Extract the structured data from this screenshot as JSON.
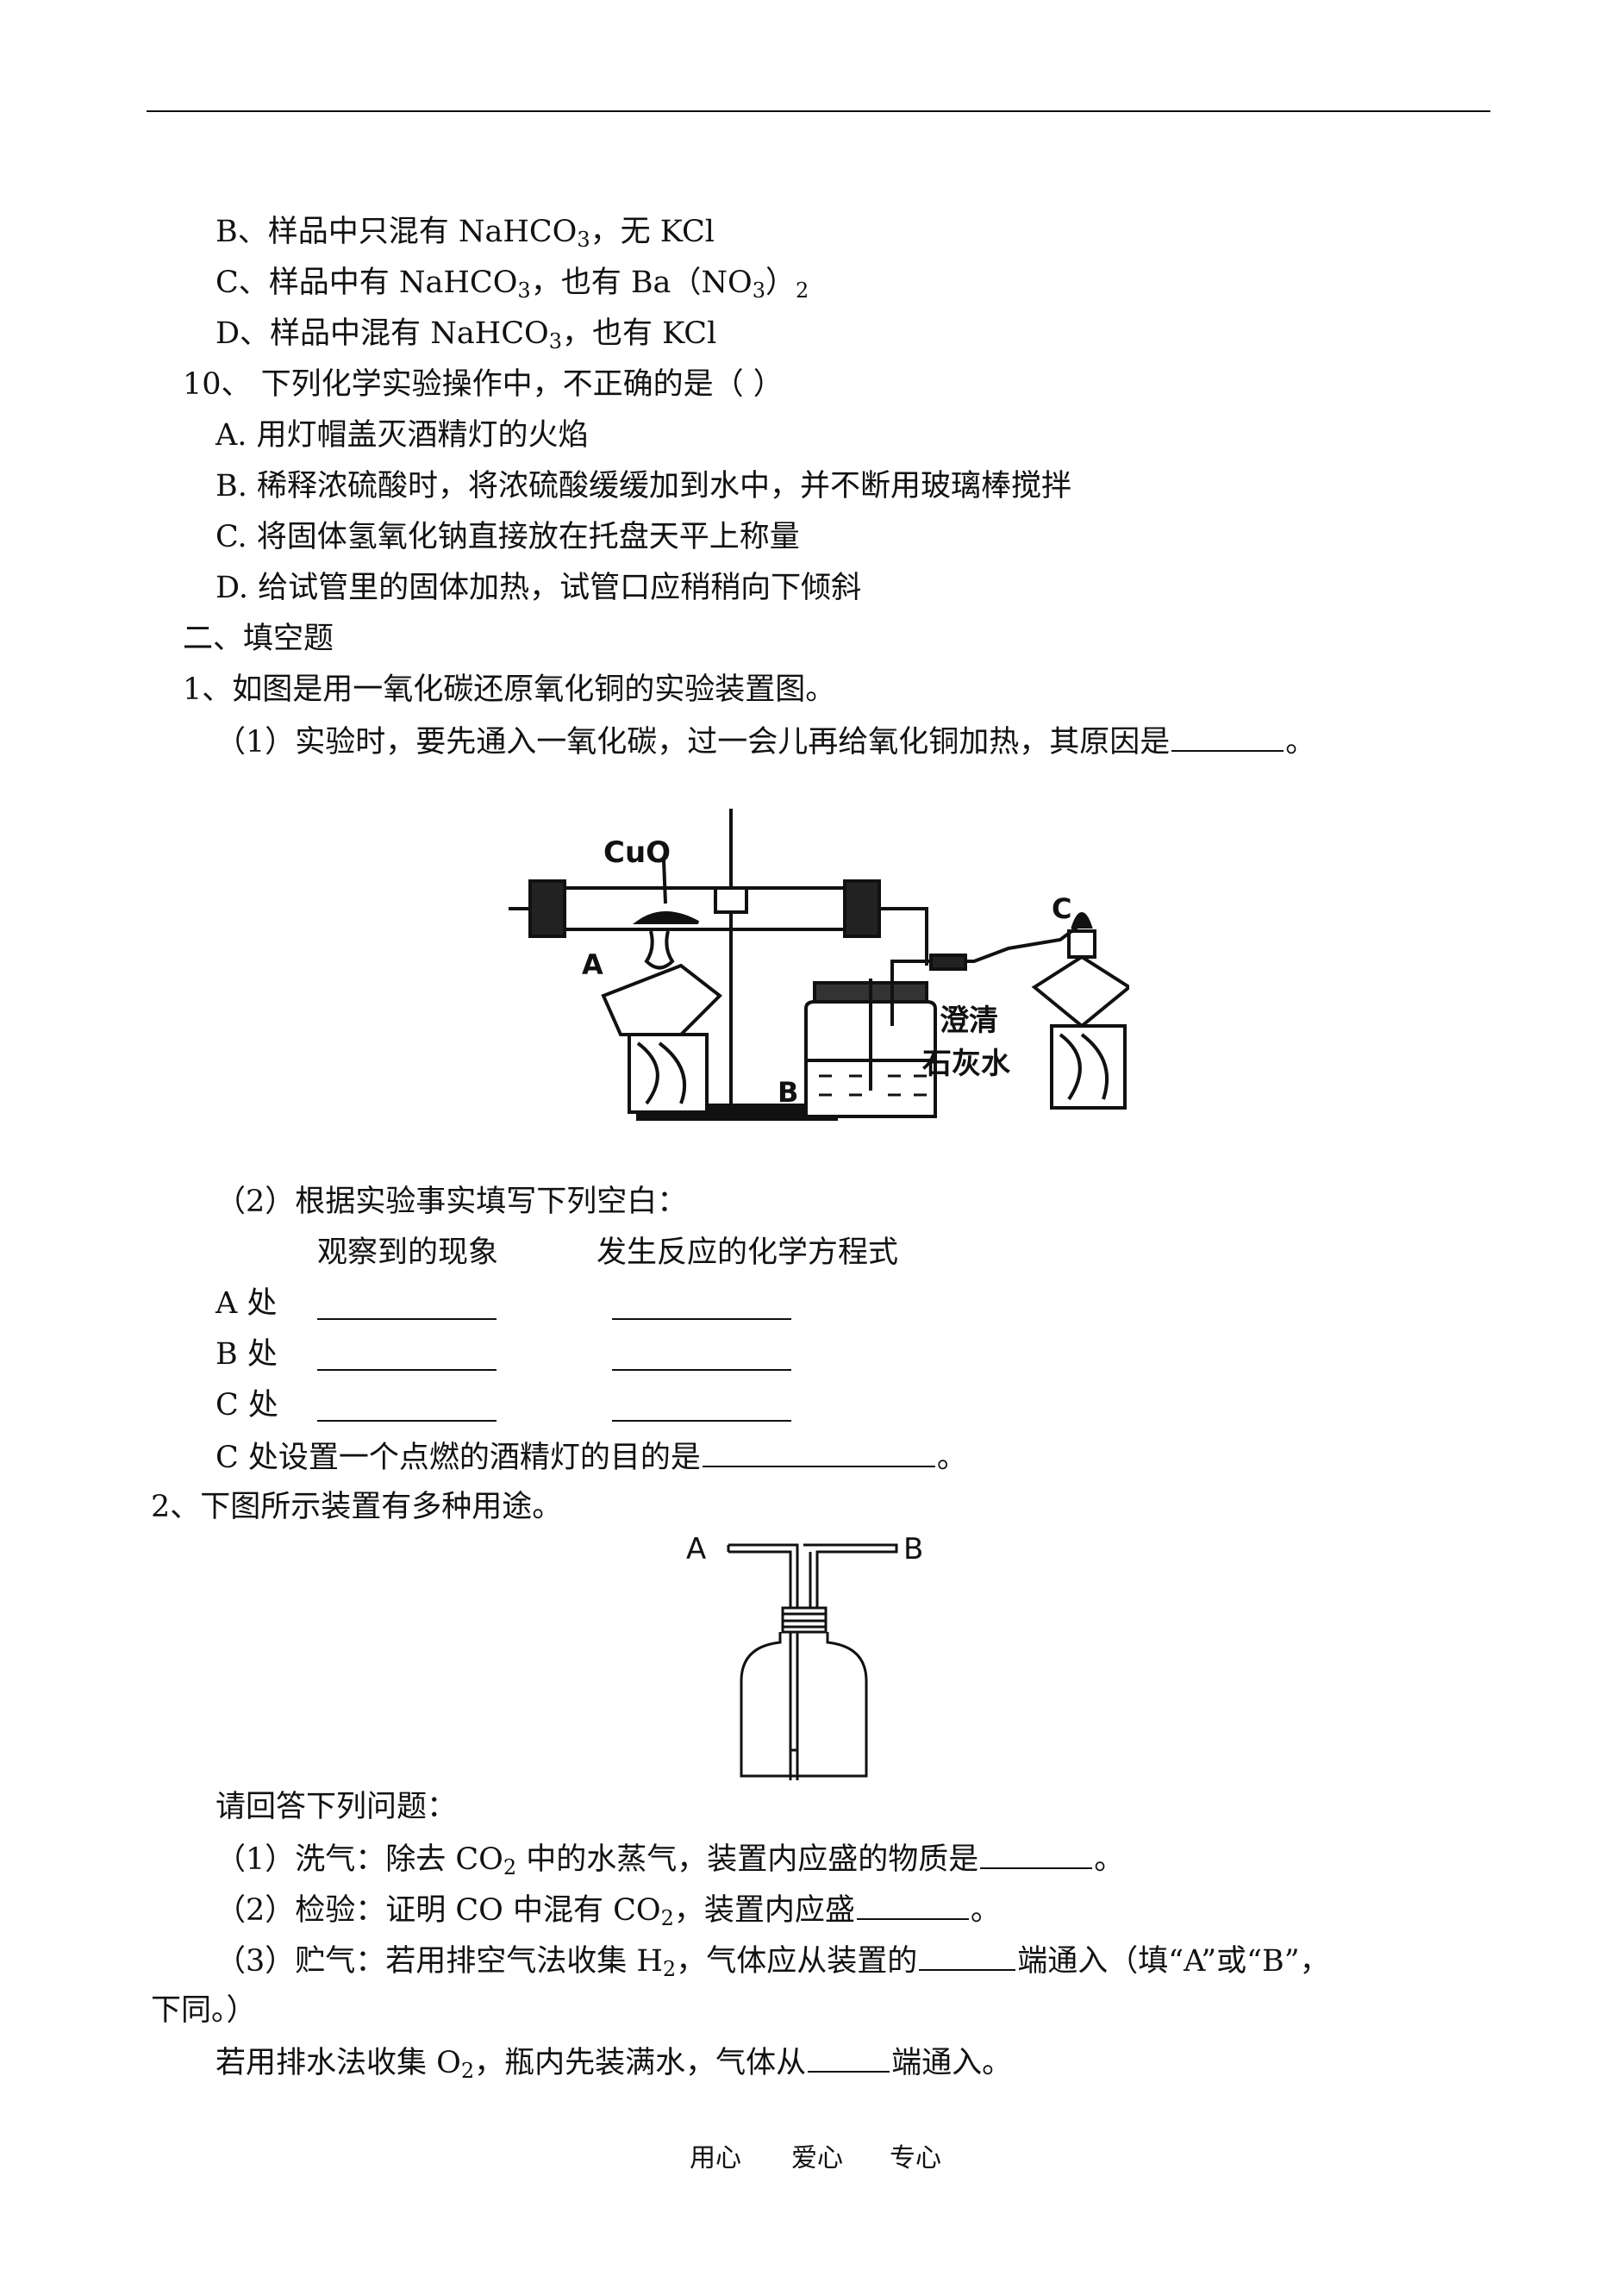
{
  "header_rule": true,
  "q9_options": {
    "b": {
      "pre": "B、样品中只混有 NaHCO",
      "sub": "3",
      "post": "，无 KCl"
    },
    "c": {
      "pre": "C、样品中有 NaHCO",
      "sub": "3",
      "mid": "，也有 Ba（NO",
      "sub2": "3",
      "post": "）",
      "sub3": "2"
    },
    "d": {
      "pre": "D、样品中混有 NaHCO",
      "sub": "3",
      "post": "，也有 KCl"
    }
  },
  "q10": {
    "stem": "10、  下列化学实验操作中，不正确的是（       ）",
    "a": "A. 用灯帽盖灭酒精灯的火焰",
    "b": "B. 稀释浓硫酸时，将浓硫酸缓缓加到水中，并不断用玻璃棒搅拌",
    "c": "C. 将固体氢氧化钠直接放在托盘天平上称量",
    "d": "D. 给试管里的固体加热，试管口应稍稍向下倾斜"
  },
  "section2": {
    "title": "二、填空题",
    "q1": {
      "stem": "1、如图是用一氧化碳还原氧化铜的实验装置图。",
      "p1_pre": "（1）实验时，要先通入一氧化碳，过一会儿再给氧化铜加热，其原因是",
      "p1_post": "。",
      "figure_labels": {
        "cuo": "CuO",
        "a": "A",
        "b": "B",
        "c": "C",
        "limewater_1": "澄清",
        "limewater_2": "石灰水"
      },
      "p2": "（2）根据实验事实填写下列空白：",
      "col_observe": "观察到的现象",
      "col_equation": "发生反应的化学方程式",
      "rows": [
        "A 处",
        "B 处",
        "C 处"
      ],
      "p3_pre": "C 处设置一个点燃的酒精灯的目的是",
      "p3_post": "。"
    },
    "q2": {
      "stem": "2、下图所示装置有多种用途。",
      "figure_labels": {
        "a": "A",
        "b": "B"
      },
      "ask": "请回答下列问题：",
      "s1": {
        "pre": "（1）洗气：除去 CO",
        "sub": "2",
        "post": " 中的水蒸气，装置内应盛的物质是",
        "end": "。"
      },
      "s2": {
        "pre": "（2）检验：证明 CO 中混有 CO",
        "sub": "2",
        "post": "，装置内应盛",
        "end": "。"
      },
      "s3": {
        "pre": "（3）贮气：若用排空气法收集 H",
        "sub": "2",
        "post": "，气体应从装置的",
        "end": "端通入（填“A”或“B”，",
        "cont": "下同。）"
      },
      "s4": {
        "pre": "若用排水法收集 O",
        "sub": "2",
        "post": "，瓶内先装满水，气体从",
        "end": "端通入。"
      }
    }
  },
  "footer": {
    "w1": "用心",
    "w2": "爱心",
    "w3": "专心"
  }
}
